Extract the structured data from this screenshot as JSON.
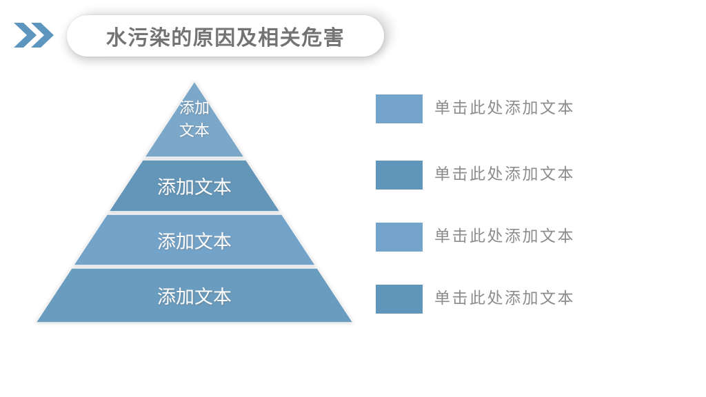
{
  "slide": {
    "background_color": "#ffffff"
  },
  "header": {
    "title": "水污染的原因及相关危害",
    "title_color": "#737373",
    "chevron_icon": "double-chevron-right",
    "chevron_color": "#5C95BD"
  },
  "pyramid": {
    "type": "pyramid-diagram",
    "levels": [
      {
        "label": "添加文本",
        "color": "#7BA7C9"
      },
      {
        "label": "添加文本",
        "color": "#6396B9"
      },
      {
        "label": "添加文本",
        "color": "#74A3C9"
      },
      {
        "label": "添加文本",
        "color": "#699CBE"
      }
    ],
    "label_color": "#ffffff"
  },
  "legend": {
    "label_color": "#8C8C8C",
    "items": [
      {
        "label": "单击此处添加文本",
        "swatch_color": "#74A3CC"
      },
      {
        "label": "单击此处添加文本",
        "swatch_color": "#5F96B9"
      },
      {
        "label": "单击此处添加文本",
        "swatch_color": "#74A3CC"
      },
      {
        "label": "单击此处添加文本",
        "swatch_color": "#5F96B9"
      }
    ]
  }
}
